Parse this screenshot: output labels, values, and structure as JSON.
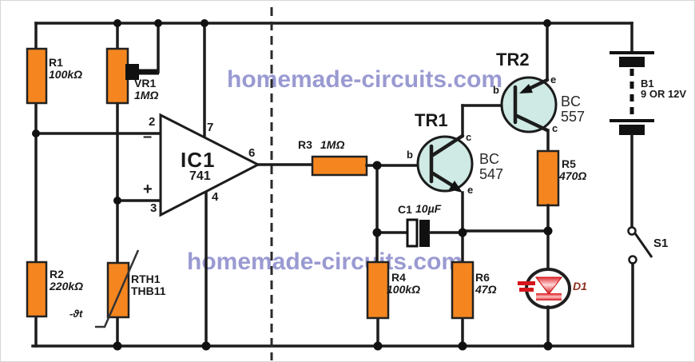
{
  "watermark": {
    "text": "homemade-circuits.com"
  },
  "components": {
    "r1": {
      "name": "R1",
      "value": "100kΩ"
    },
    "vr1": {
      "name": "VR1",
      "value": "1MΩ"
    },
    "r2": {
      "name": "R2",
      "value": "220kΩ"
    },
    "rth1": {
      "name": "RTH1",
      "value": "THB11",
      "temp_label": "-ϑt"
    },
    "ic1": {
      "name": "IC1",
      "value": "741",
      "pins": {
        "inverting": "2",
        "noninverting": "3",
        "vplus": "7",
        "vminus": "4",
        "output": "6"
      },
      "minus_sign": "–",
      "plus_sign": "+"
    },
    "r3": {
      "name": "R3",
      "value": "1MΩ"
    },
    "tr1": {
      "name": "TR1",
      "part_line1": "BC",
      "part_line2": "547",
      "terminals": {
        "b": "b",
        "c": "c",
        "e": "e"
      }
    },
    "tr2": {
      "name": "TR2",
      "part_line1": "BC",
      "part_line2": "557",
      "terminals": {
        "b": "b",
        "c": "c",
        "e": "e"
      }
    },
    "c1": {
      "name": "C1",
      "value": "10µF"
    },
    "r4": {
      "name": "R4",
      "value": "100kΩ"
    },
    "r5": {
      "name": "R5",
      "value": "470Ω"
    },
    "r6": {
      "name": "R6",
      "value": "47Ω"
    },
    "d1": {
      "name": "D1"
    },
    "b1": {
      "name": "B1",
      "value": "9 OR 12V"
    },
    "s1": {
      "name": "S1"
    }
  },
  "colors": {
    "resistor": "#f5861f",
    "transistor_fill": "#cfe9e4",
    "wire": "#1c1c1c",
    "led_red": "#d81b21",
    "watermark": "#8282c8",
    "d1_label": "#8b2f20"
  }
}
